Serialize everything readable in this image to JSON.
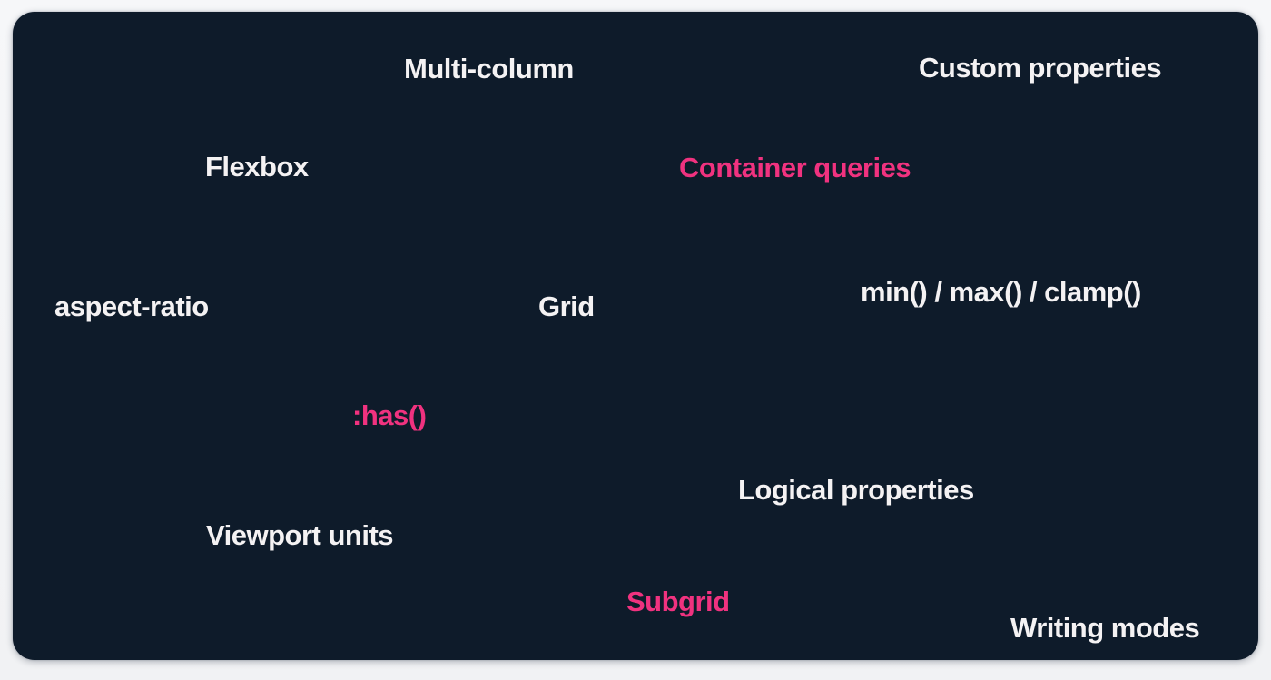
{
  "colors": {
    "page-bg": "#f4f5f7",
    "card-bg": "#0e1b2a",
    "text": "#f4f2f3",
    "accent": "#f0327f"
  },
  "features": [
    {
      "label": "Multi-column",
      "accent": false
    },
    {
      "label": "Custom properties",
      "accent": false
    },
    {
      "label": "Flexbox",
      "accent": false
    },
    {
      "label": "Container queries",
      "accent": true
    },
    {
      "label": "aspect-ratio",
      "accent": false
    },
    {
      "label": "Grid",
      "accent": false
    },
    {
      "label": "min() / max() / clamp()",
      "accent": false
    },
    {
      "label": ":has()",
      "accent": true
    },
    {
      "label": "Logical properties",
      "accent": false
    },
    {
      "label": "Viewport units",
      "accent": false
    },
    {
      "label": "Subgrid",
      "accent": true
    },
    {
      "label": "Writing modes",
      "accent": false
    }
  ]
}
